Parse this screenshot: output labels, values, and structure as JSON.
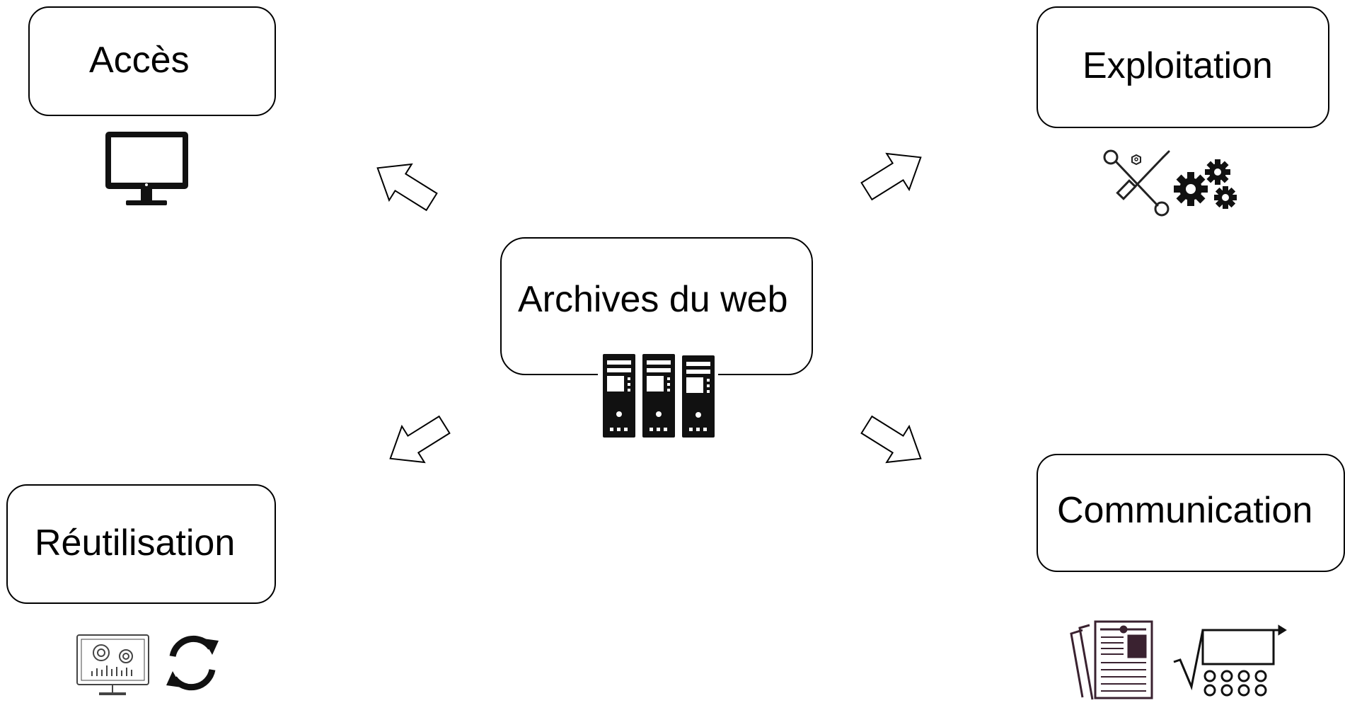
{
  "center": {
    "label": "Archives du web",
    "icon": "server-rack-icon"
  },
  "nodes": [
    {
      "id": "acces",
      "label": "Accès",
      "icon": "monitor-icon"
    },
    {
      "id": "exploitation",
      "label": "Exploitation",
      "icons": [
        "tools-icon",
        "gears-icon"
      ]
    },
    {
      "id": "reutilisation",
      "label": "Réutilisation",
      "icons": [
        "dashboard-gears-icon",
        "refresh-icon"
      ]
    },
    {
      "id": "communication",
      "label": "Communication",
      "icons": [
        "newspaper-icon",
        "formula-icon"
      ]
    }
  ],
  "colors": {
    "stroke": "#000000",
    "background": "#ffffff",
    "communication_icon": "#3a2230"
  }
}
